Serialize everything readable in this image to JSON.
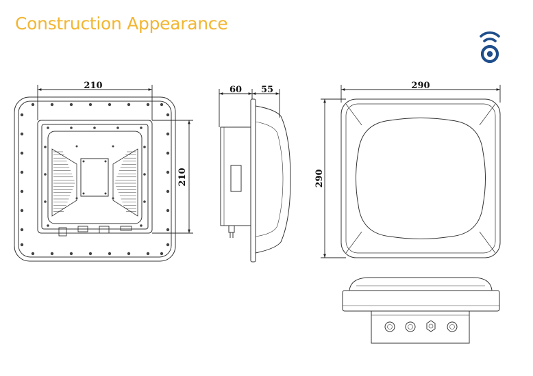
{
  "page": {
    "title": "Construction Appearance",
    "accent_color": "#F2B632",
    "brand_color": "#1F4E8C",
    "brand_icon": "rfid-signal-icon"
  },
  "dimensions": {
    "front_width": "210",
    "front_height": "210",
    "side_depth_back": "60",
    "side_depth_front": "55",
    "top_width": "290",
    "top_height": "290"
  }
}
